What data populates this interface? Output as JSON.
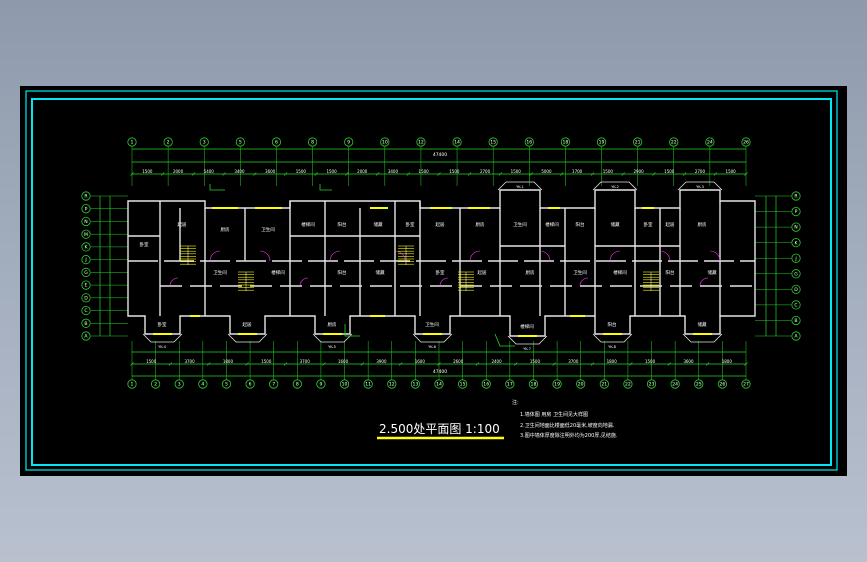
{
  "drawing": {
    "title": "2.500处平面图 1:100",
    "notes": [
      "注:",
      "1.墙体图 用房 卫生间见大样图",
      "2.卫生间地面比楼面低20毫米,坡度向地漏.",
      "3.图中墙体厚度除注明外均为200厚,见结施."
    ],
    "top_axis_labels": [
      "1",
      "2",
      "3",
      "5",
      "6",
      "8",
      "9",
      "10",
      "12",
      "14",
      "15",
      "16",
      "18",
      "19",
      "21",
      "22",
      "24",
      "26"
    ],
    "bottom_axis_labels": [
      "1",
      "2",
      "3",
      "4",
      "5",
      "6",
      "7",
      "8",
      "9",
      "10",
      "11",
      "12",
      "13",
      "14",
      "15",
      "16",
      "17",
      "18",
      "19",
      "20",
      "21",
      "22",
      "23",
      "24",
      "25",
      "26",
      "27"
    ],
    "left_axis_labels": [
      "R",
      "P",
      "N",
      "M",
      "K",
      "J",
      "G",
      "E",
      "D",
      "C",
      "B",
      "A"
    ],
    "right_axis_labels": [
      "R",
      "P",
      "N",
      "K",
      "J",
      "G",
      "D",
      "C",
      "B",
      "A"
    ],
    "top_dims": [
      "1500",
      "2000",
      "5400",
      "3400",
      "3600",
      "1500",
      "1500",
      "2000",
      "3400",
      "1500",
      "1500",
      "2700",
      "1500",
      "5000",
      "1700",
      "1500",
      "2900",
      "1500",
      "2700",
      "1500"
    ],
    "top_overall": "47400",
    "bottom_dims": [
      "1500",
      "3700",
      "1800",
      "1500",
      "3700",
      "1600",
      "3900",
      "1600",
      "2600",
      "2400",
      "1500",
      "3700",
      "1800",
      "1500",
      "3600",
      "1800"
    ],
    "bottom_overall": "47400",
    "room_labels": [
      "卧室",
      "起居",
      "厨房",
      "卫生间",
      "楼梯间",
      "阳台",
      "储藏"
    ],
    "bay_tags": [
      "YK-1",
      "YK-2",
      "YK-3",
      "YK-4",
      "YK-5",
      "YK-6",
      "YK-7",
      "YK-8"
    ],
    "colors": {
      "frame": "#00e8f4",
      "wall": "#e6e6e6",
      "dim": "#25d426",
      "text": "#ffffff",
      "title_text": "#ffffff",
      "title_underline": "#ffff00",
      "hatch": "#ffff00",
      "door": "#ff3fff"
    }
  }
}
